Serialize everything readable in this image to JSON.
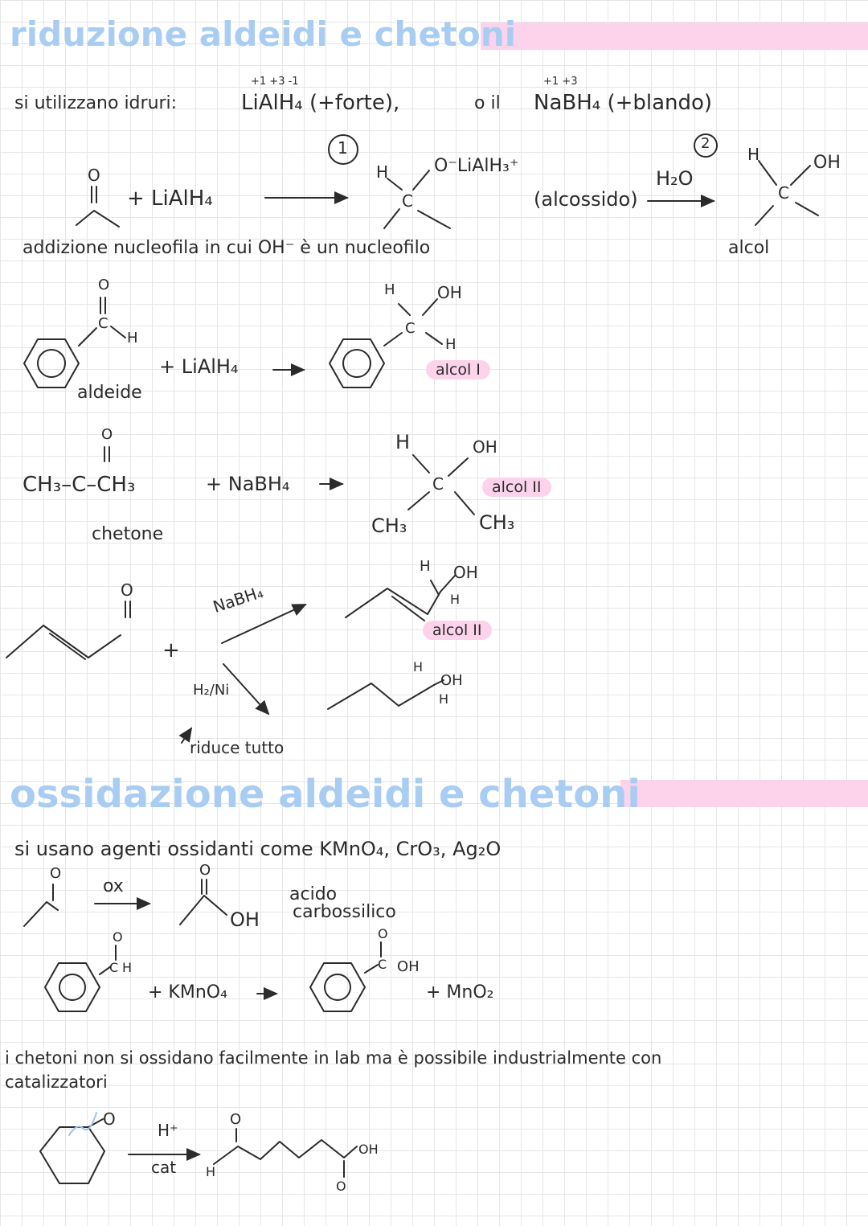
{
  "section1": {
    "title": "riduzione aldeidi e chetoni",
    "intro": "si utilizzano idruri:",
    "lialh4": "LiAlH₄ (+forte),",
    "lialh4_ox": "+1 +3 -1",
    "or": "o il",
    "nabh4": "NaBH₄ (+blando)",
    "nabh4_ox": "+1 +3",
    "step1_num": "1",
    "step2_num": "2",
    "reagent1": "+ LiAlH₄",
    "intermediate_group": "O⁻LiAlH₃⁺",
    "alkoxide_label": "(alcossido)",
    "water": "H₂O",
    "product_label": "alcol",
    "mechanism_note": "addizione nucleofila in cui OH⁻ è un nucleofilo",
    "aldehyde_label": "aldeide",
    "aldehyde_reagent": "+ LiAlH₄",
    "alcohol_1": "alcol I",
    "ketone_formula": "CH₃–C–CH₃",
    "ketone_reagent": "+ NaBH₄",
    "ketone_label": "chetone",
    "alcohol_2": "alcol II",
    "enone_reagent_top": "NaBH₄",
    "enone_reagent_bottom": "H₂/Ni",
    "reduces_all": "riduce tutto",
    "alcohol_2b": "alcol II",
    "atom_O": "O",
    "atom_H": "H",
    "atom_C": "C",
    "atom_OH": "OH",
    "atom_CH3": "CH₃",
    "plus": "+"
  },
  "section2": {
    "title": "ossidazione aldeidi e chetoni",
    "intro": "si usano agenti ossidanti come KMnO₄, CrO₃, Ag₂O",
    "ox_label": "ox",
    "acid_label_1": "acido",
    "acid_label_2": "carbossilico",
    "benz_reagent": "+ KMnO₄",
    "benz_byproduct": "+ MnO₂",
    "ketone_note_1": "i chetoni non si ossidano facilmente in lab ma è possibile industrialmente con",
    "ketone_note_2": "catalizzatori",
    "cat_top": "H⁺",
    "cat_bottom": "cat"
  },
  "colors": {
    "title": "#a9cdf2",
    "highlight": "#fcd3ea",
    "ink": "#2b2b2b"
  }
}
